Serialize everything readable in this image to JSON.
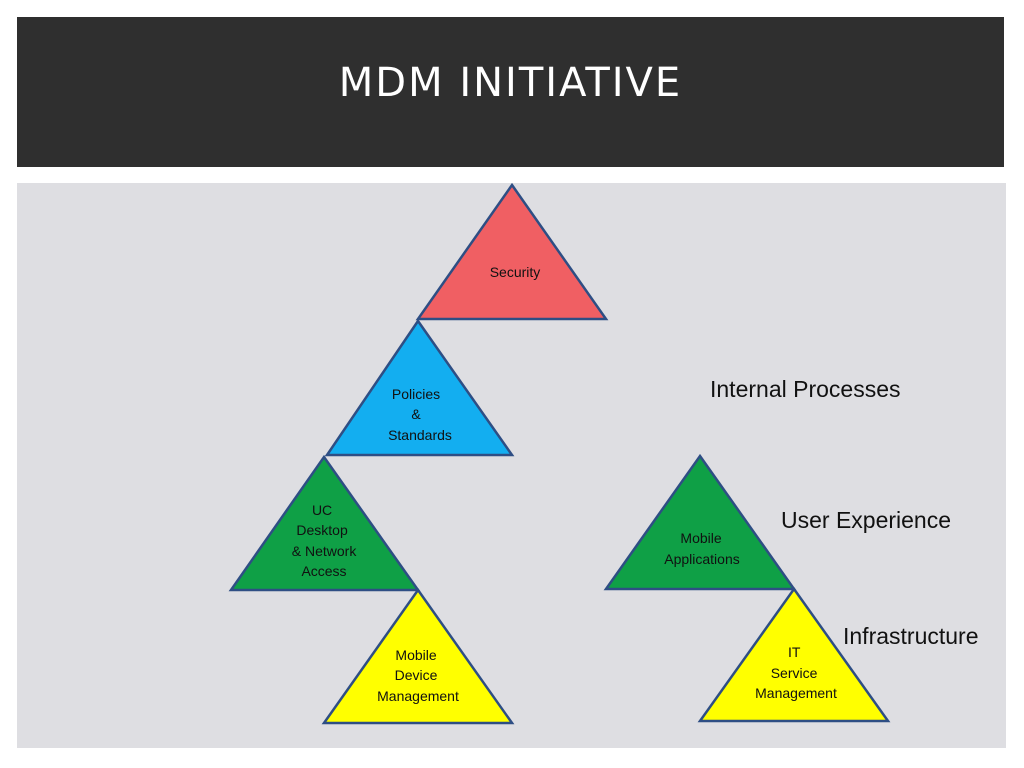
{
  "slide": {
    "title": "MDM INITIATIVE"
  },
  "colors": {
    "title_bar": "#2f2f2f",
    "content_bg": "#dedee2",
    "red": "#f05f63",
    "blue": "#13aef0",
    "green": "#0fa046",
    "yellow": "#ffff00",
    "outline": "#2e4e84"
  },
  "diagram": {
    "triangles": [
      {
        "id": "security",
        "color": "red",
        "lines": [
          "Security"
        ]
      },
      {
        "id": "policies",
        "color": "blue",
        "lines": [
          "Policies",
          "&",
          "Standards"
        ]
      },
      {
        "id": "uc",
        "color": "green",
        "lines": [
          "UC",
          "Desktop",
          "& Network",
          "Access"
        ]
      },
      {
        "id": "mdm",
        "color": "yellow",
        "lines": [
          "Mobile",
          "Device",
          "Management"
        ]
      },
      {
        "id": "mobile-apps",
        "color": "green",
        "lines": [
          "Mobile",
          "Applications"
        ]
      },
      {
        "id": "itsm",
        "color": "yellow",
        "lines": [
          "IT",
          "Service",
          "Management"
        ]
      }
    ],
    "labels": {
      "internal_processes": "Internal Processes",
      "user_experience": "User Experience",
      "infrastructure": "Infrastructure"
    }
  }
}
